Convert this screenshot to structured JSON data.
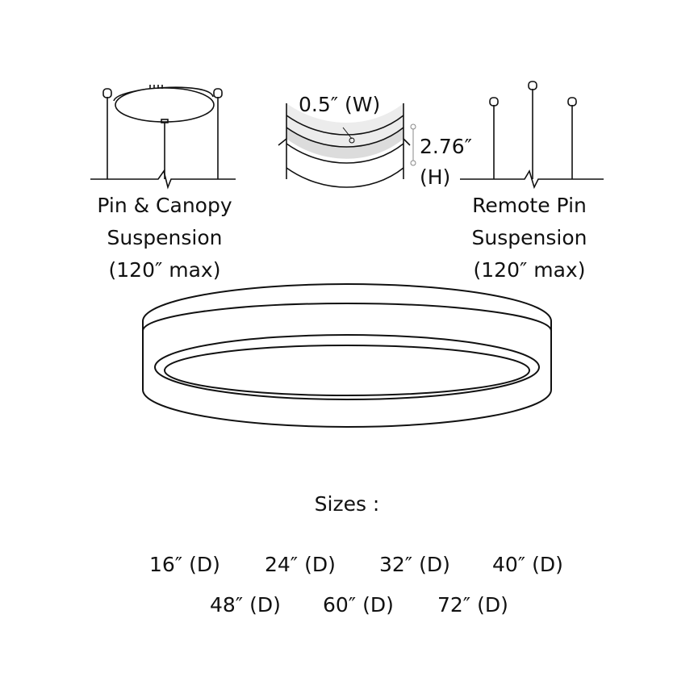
{
  "pin_canopy": {
    "line1": "Pin & Canopy",
    "line2": "Suspension",
    "line3": "(120″ max)"
  },
  "remote_pin": {
    "line1": "Remote Pin",
    "line2": "Suspension",
    "line3": "(120″ max)"
  },
  "profile": {
    "width_label": "0.5″  (W)",
    "height_value": "2.76″",
    "height_label": "(H)"
  },
  "sizes": {
    "title": "Sizes :",
    "row1": [
      "16″ (D)",
      "24″ (D)",
      "32″ (D)",
      "40″ (D)"
    ],
    "row2": [
      "48″ (D)",
      "60″ (D)",
      "72″ (D)"
    ]
  }
}
